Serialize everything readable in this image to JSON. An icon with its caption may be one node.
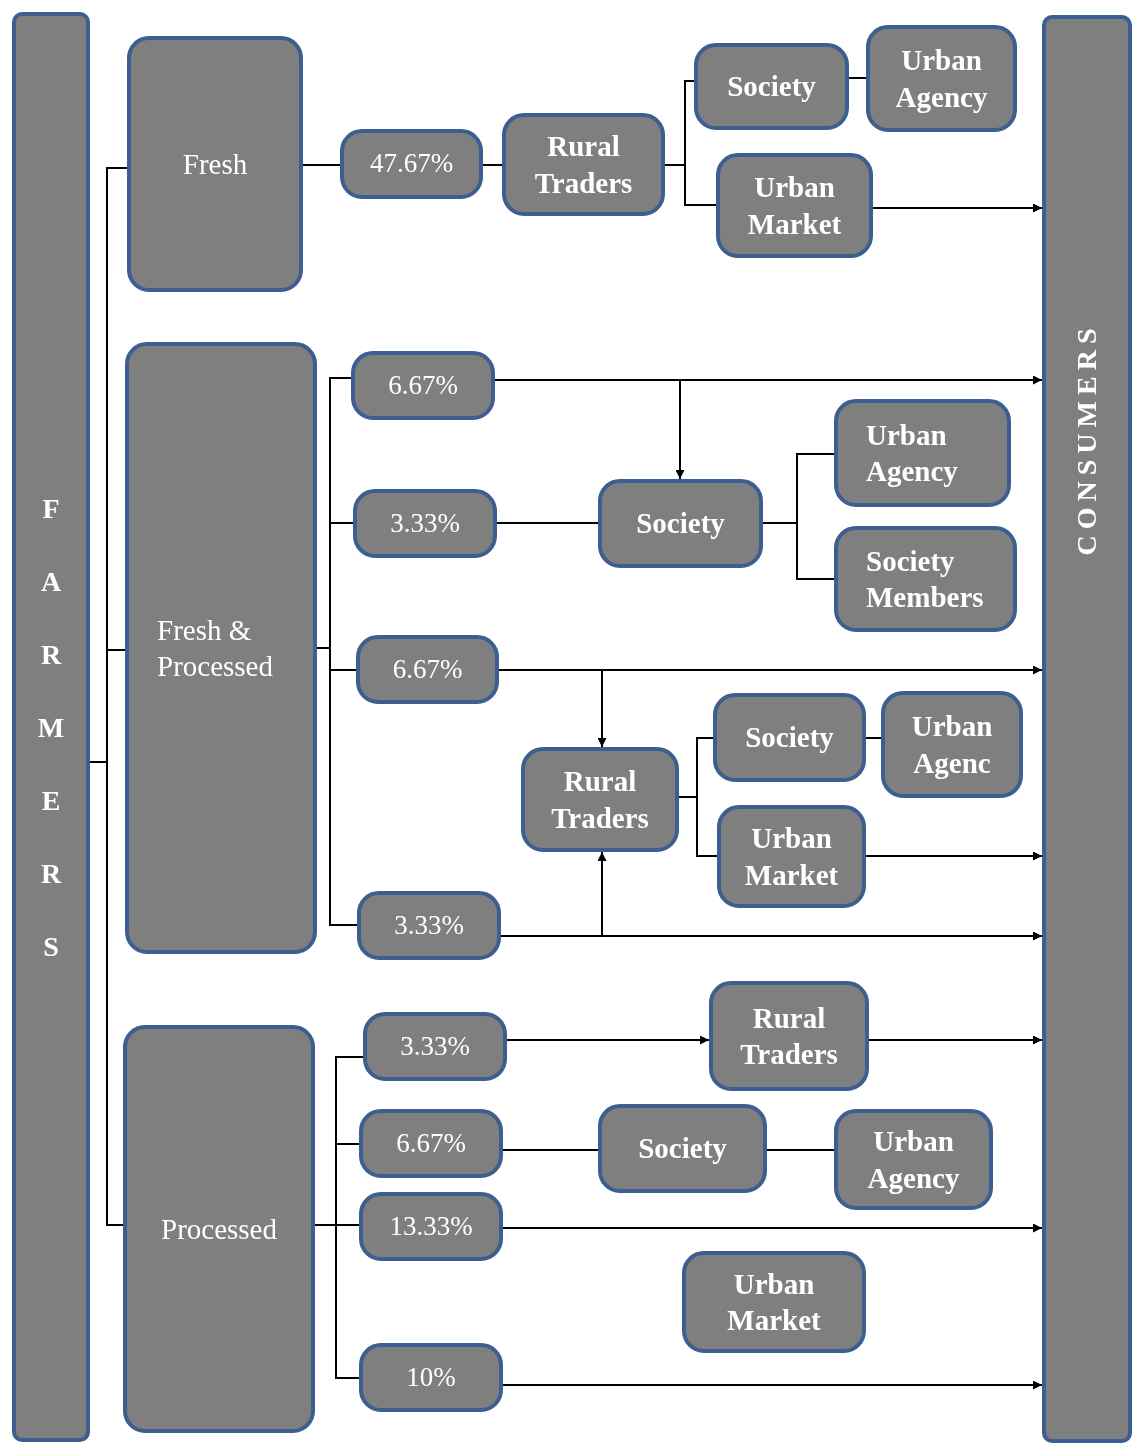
{
  "diagram": {
    "nodes": [
      {
        "text": [
          "FARMERS"
        ]
      },
      {
        "text": [
          "CONSUMERS"
        ]
      },
      {
        "text": [
          "Fresh"
        ]
      },
      {
        "text": [
          "47.67%"
        ]
      },
      {
        "text": [
          "Rural Traders"
        ]
      },
      {
        "text": [
          "Society"
        ]
      },
      {
        "text": [
          "Urban Agency"
        ]
      },
      {
        "text": [
          "Urban Market"
        ]
      },
      {
        "text": [
          "Fresh & Processed"
        ]
      },
      {
        "text": [
          "6.67%"
        ]
      },
      {
        "text": [
          "3.33%"
        ]
      },
      {
        "text": [
          "Society"
        ]
      },
      {
        "text": [
          "Urban Agency"
        ]
      },
      {
        "text": [
          "Society Members"
        ]
      },
      {
        "text": [
          "6.67%"
        ]
      },
      {
        "text": [
          "Rural Traders"
        ]
      },
      {
        "text": [
          "Society"
        ]
      },
      {
        "text": [
          "Urban Agenc"
        ]
      },
      {
        "text": [
          "Urban Market"
        ]
      },
      {
        "text": [
          "3.33%"
        ]
      },
      {
        "text": [
          "Processed"
        ]
      },
      {
        "text": [
          "3.33%"
        ]
      },
      {
        "text": [
          "Rural Traders"
        ]
      },
      {
        "text": [
          "6.67%"
        ]
      },
      {
        "text": [
          "Society"
        ]
      },
      {
        "text": [
          "Urban Agency"
        ]
      },
      {
        "text": [
          "13.33%"
        ]
      },
      {
        "text": [
          "Urban Market"
        ]
      },
      {
        "text": [
          "10%"
        ]
      }
    ],
    "edges": [
      {
        "from": 0,
        "to": 2,
        "arrow": "none"
      },
      {
        "from": 0,
        "to": 8,
        "arrow": "none"
      },
      {
        "from": 0,
        "to": 20,
        "arrow": "none"
      },
      {
        "from": 2,
        "to": 3,
        "arrow": "none"
      },
      {
        "from": 3,
        "to": 4,
        "arrow": "none"
      },
      {
        "from": 4,
        "to": 5,
        "arrow": "none"
      },
      {
        "from": 4,
        "to": 7,
        "arrow": "none"
      },
      {
        "from": 5,
        "to": 6,
        "arrow": "none"
      },
      {
        "from": 7,
        "to": 1,
        "arrow": "to"
      },
      {
        "from": 8,
        "to": 9,
        "arrow": "none"
      },
      {
        "from": 8,
        "to": 10,
        "arrow": "none"
      },
      {
        "from": 8,
        "to": 14,
        "arrow": "none"
      },
      {
        "from": 8,
        "to": 19,
        "arrow": "none"
      },
      {
        "from": 9,
        "to": 1,
        "arrow": "to"
      },
      {
        "from": 9,
        "to": 11,
        "arrow": "to"
      },
      {
        "from": 10,
        "to": 11,
        "arrow": "none"
      },
      {
        "from": 11,
        "to": 12,
        "arrow": "none"
      },
      {
        "from": 11,
        "to": 13,
        "arrow": "none"
      },
      {
        "from": 14,
        "to": 1,
        "arrow": "to"
      },
      {
        "from": 14,
        "to": 15,
        "arrow": "to"
      },
      {
        "from": 19,
        "to": 1,
        "arrow": "to"
      },
      {
        "from": 19,
        "to": 15,
        "arrow": "to"
      },
      {
        "from": 15,
        "to": 16,
        "arrow": "none"
      },
      {
        "from": 15,
        "to": 18,
        "arrow": "none"
      },
      {
        "from": 16,
        "to": 17,
        "arrow": "none"
      },
      {
        "from": 18,
        "to": 1,
        "arrow": "to"
      },
      {
        "from": 20,
        "to": 21,
        "arrow": "none"
      },
      {
        "from": 20,
        "to": 23,
        "arrow": "none"
      },
      {
        "from": 20,
        "to": 26,
        "arrow": "none"
      },
      {
        "from": 20,
        "to": 28,
        "arrow": "none"
      },
      {
        "from": 21,
        "to": 22,
        "arrow": "to"
      },
      {
        "from": 22,
        "to": 1,
        "arrow": "to"
      },
      {
        "from": 23,
        "to": 24,
        "arrow": "none"
      },
      {
        "from": 24,
        "to": 25,
        "arrow": "none"
      },
      {
        "from": 26,
        "to": 1,
        "arrow": "to"
      },
      {
        "from": 28,
        "to": 1,
        "arrow": "to"
      }
    ]
  }
}
